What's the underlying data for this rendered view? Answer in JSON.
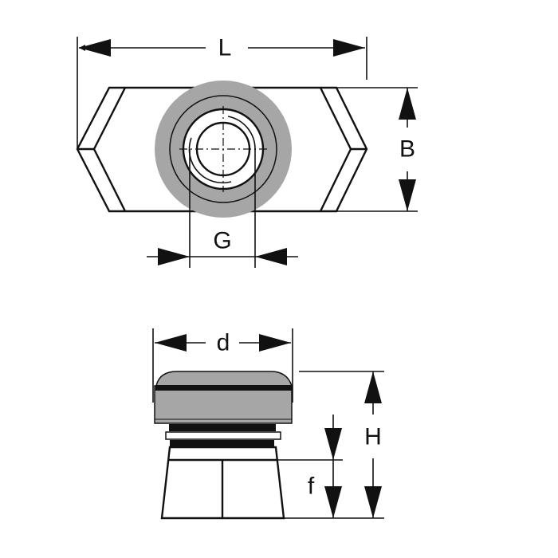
{
  "top_view": {
    "dim_length": "L",
    "dim_width": "B",
    "dim_thread": "G"
  },
  "side_view": {
    "dim_diameter": "d",
    "dim_height": "H",
    "dim_f": "f"
  },
  "colors": {
    "line": "#111111",
    "gray_fill": "#a6a6a6",
    "background": "#ffffff"
  }
}
